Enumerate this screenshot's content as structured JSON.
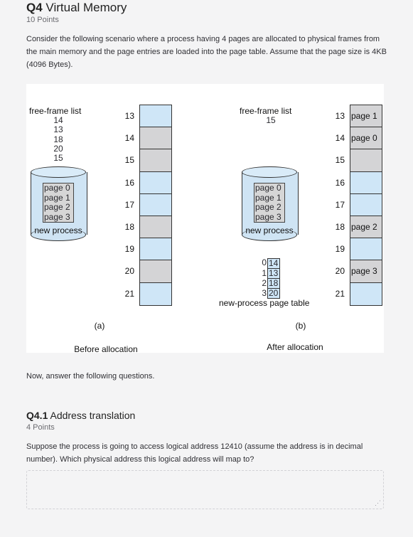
{
  "q4": {
    "number": "Q4",
    "title": "Virtual Memory",
    "points": "10 Points",
    "intro": "Consider the following scenario where a process having 4 pages are allocated to physical frames from the main memory and the page entries are loaded into the page table. Assume that the page size is 4KB (4096 Bytes).",
    "followup": "Now, answer the following questions."
  },
  "figure": {
    "left": {
      "free_frame_label": "free-frame list",
      "free_frames": [
        "14",
        "13",
        "18",
        "20",
        "15"
      ],
      "pages": [
        "page 0",
        "page 1",
        "page 2",
        "page 3"
      ],
      "new_process": "new process",
      "frame_numbers": [
        "13",
        "14",
        "15",
        "16",
        "17",
        "18",
        "19",
        "20",
        "21"
      ],
      "frame_contents": [
        "",
        "",
        "",
        "",
        "",
        "",
        "",
        "",
        ""
      ],
      "frame_states": [
        "free",
        "used",
        "used",
        "free",
        "free",
        "used",
        "free",
        "used",
        "free"
      ],
      "panel_label": "(a)",
      "caption": "Before allocation"
    },
    "right": {
      "free_frame_label": "free-frame list",
      "free_frames": [
        "15"
      ],
      "pages": [
        "page 0",
        "page 1",
        "page 2",
        "page 3"
      ],
      "new_process": "new process",
      "page_table_index": [
        "0",
        "1",
        "2",
        "3"
      ],
      "page_table_frames": [
        "14",
        "13",
        "18",
        "20"
      ],
      "page_table_label": "new-process page table",
      "frame_numbers": [
        "13",
        "14",
        "15",
        "16",
        "17",
        "18",
        "19",
        "20",
        "21"
      ],
      "frame_contents": [
        "page 1",
        "page 0",
        "",
        "",
        "",
        "page 2",
        "",
        "page 3",
        ""
      ],
      "frame_states": [
        "used",
        "used",
        "used",
        "free",
        "free",
        "used",
        "free",
        "used",
        "free"
      ],
      "panel_label": "(b)",
      "caption": "After allocation"
    }
  },
  "q41": {
    "number": "Q4.1",
    "title": "Address translation",
    "points": "4 Points",
    "question": "Suppose the process is going to access logical address 12410 (assume the address is in decimal number). Which physical address this logical address will map to?",
    "answer_value": ""
  },
  "colors": {
    "free_frame": "#cfe6f7",
    "used_frame": "#d4d4d6",
    "background": "#f4f4f5"
  }
}
